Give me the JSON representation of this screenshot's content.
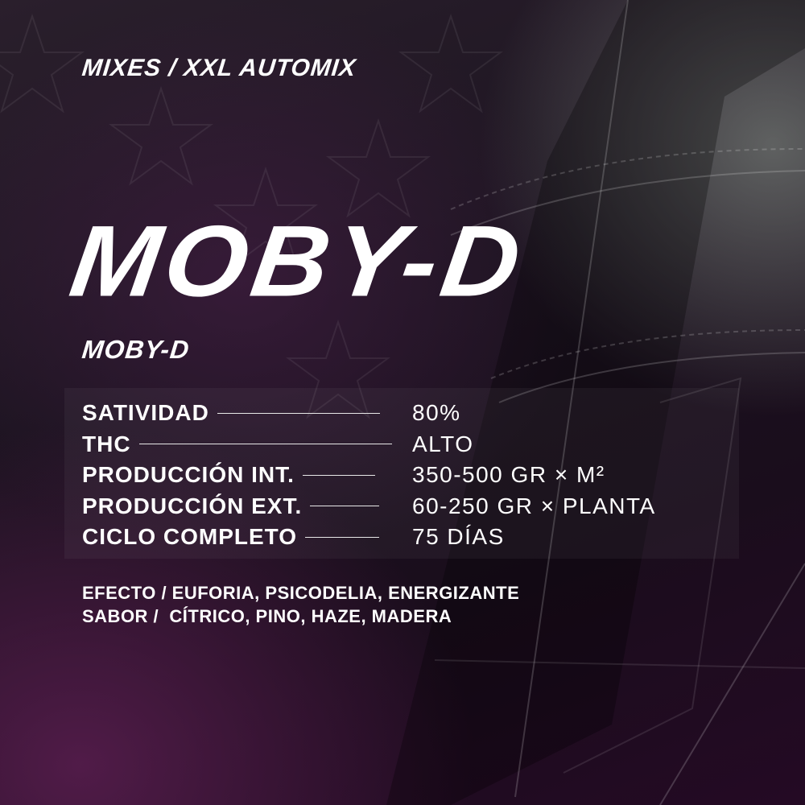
{
  "category": "MIXES / XXL AUTOMIX",
  "title": "MOBY-D",
  "subtitle": "MOBY-D",
  "specs": [
    {
      "label": "SATIVIDAD",
      "value": "80%"
    },
    {
      "label": "THC",
      "value": "ALTO"
    },
    {
      "label": "PRODUCCIÓN INT.",
      "value": "350-500 GR × M²"
    },
    {
      "label": "PRODUCCIÓN EXT.",
      "value": "60-250 GR × PLANTA"
    },
    {
      "label": "CICLO COMPLETO",
      "value": "75 DÍAS"
    }
  ],
  "details": {
    "effect": "EFECTO / EUFORIA, PSICODELIA, ENERGIZANTE",
    "flavor": "SABOR /  CÍTRICO, PINO, HAZE, MADERA"
  },
  "colors": {
    "background": "#14101a",
    "accent_purple": "#3a1438",
    "text": "#ffffff"
  }
}
